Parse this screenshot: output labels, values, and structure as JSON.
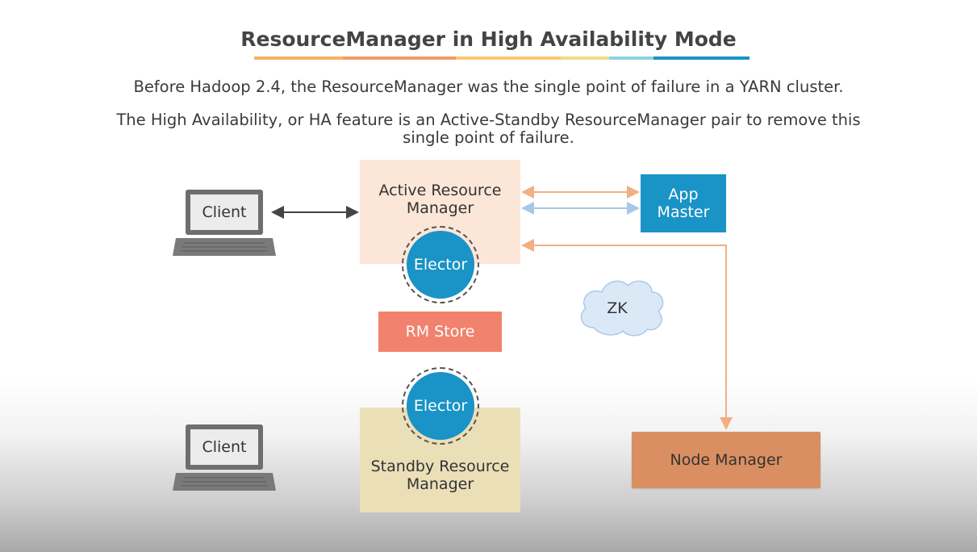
{
  "title": "ResourceManager in High Availability Mode",
  "intro": {
    "line1": "Before Hadoop 2.4, the ResourceManager was the single point of failure in a YARN cluster.",
    "line2a": "The High Availability, or HA feature is an Active-Standby ResourceManager pair to remove this",
    "line2b": "single point of failure."
  },
  "nodes": {
    "client_top": "Client",
    "client_bottom": "Client",
    "active_rm_line1": "Active Resource",
    "active_rm_line2": "Manager",
    "elector_top": "Elector",
    "app_master_line1": "App",
    "app_master_line2": "Master",
    "rm_store": "RM Store",
    "zk": "ZK",
    "elector_bottom": "Elector",
    "standby_rm_line1": "Standby Resource",
    "standby_rm_line2": "Manager",
    "node_manager": "Node Manager"
  },
  "colors": {
    "title_underline": [
      "#f5b363",
      "#f29a6b",
      "#f3d27a",
      "#8dd3e0",
      "#1a93c6"
    ],
    "orange_arrow": "#f0b083",
    "blue_arrow": "#a8c8e8",
    "dark_arrow": "#444444",
    "app_master": "#1a93c6",
    "rm_store": "#f1826d",
    "node_manager": "#d98f61",
    "active_rm": "#fbe6d8",
    "standby_rm": "#ebdfb8",
    "zk_cloud": "#dbe9f7"
  }
}
